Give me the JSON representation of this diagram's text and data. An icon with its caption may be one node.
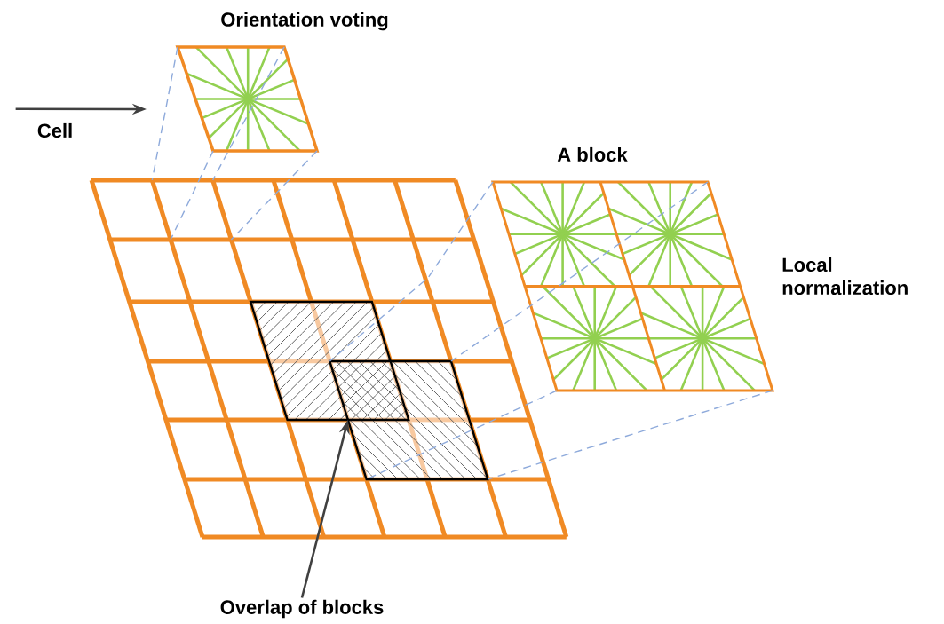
{
  "diagram": {
    "nodes": [
      {
        "text": [
          "Orientation voting"
        ]
      },
      {
        "text": [
          "Cell"
        ]
      },
      {
        "text": [],
        "shape": "picture"
      },
      {
        "text": [
          "A block",
          "Local normalization"
        ]
      },
      {
        "text": [
          "Overlap of blocks"
        ]
      }
    ],
    "edges": [
      {
        "from": 1,
        "to": 0,
        "arrow": "to",
        "color": "#404040"
      },
      {
        "from": 0,
        "to": 2,
        "arrow": "none",
        "style": "dashed"
      },
      {
        "from": 0,
        "to": 2,
        "arrow": "none",
        "style": "dashed"
      },
      {
        "from": 0,
        "to": 2,
        "arrow": "none",
        "style": "dashed"
      },
      {
        "from": 0,
        "to": 2,
        "arrow": "none",
        "style": "dashed"
      },
      {
        "from": 3,
        "to": 2,
        "arrow": "none",
        "style": "dashed"
      },
      {
        "from": 3,
        "to": 2,
        "arrow": "none",
        "style": "dashed"
      },
      {
        "from": 3,
        "to": 2,
        "arrow": "none",
        "style": "dashed"
      },
      {
        "from": 3,
        "to": 2,
        "arrow": "none",
        "style": "dashed"
      },
      {
        "from": 4,
        "to": 2,
        "arrow": "to",
        "color": "#404040"
      }
    ]
  }
}
